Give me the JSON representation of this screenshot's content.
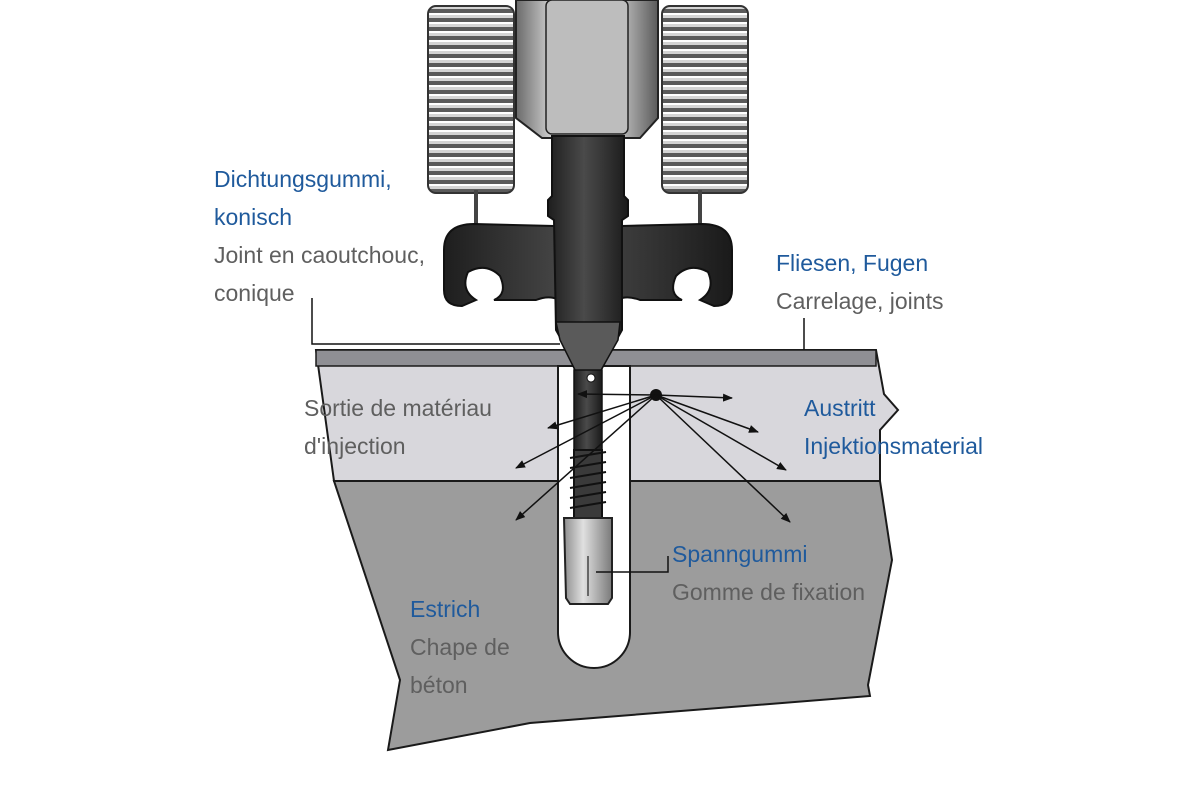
{
  "colors": {
    "label_de": "#1f5a9c",
    "label_fr": "#5f5f5f",
    "tile": "#d8d7dc",
    "screed": "#9c9c9c",
    "packer": "#3b3b3b"
  },
  "labels": {
    "dichtungsgummi": {
      "de": [
        "Dichtungsgummi,",
        "konisch"
      ],
      "fr": [
        "Joint en caoutchouc,",
        "conique"
      ]
    },
    "fliesen": {
      "de": [
        "Fliesen, Fugen"
      ],
      "fr": [
        "Carrelage, joints"
      ]
    },
    "sortie": {
      "fr": [
        "Sortie de matériau",
        "d'injection"
      ]
    },
    "austritt": {
      "de": [
        "Austritt",
        "Injektionsmaterial"
      ]
    },
    "spanngummi": {
      "de": [
        "Spanngummi"
      ],
      "fr": [
        "Gomme de fixation"
      ]
    },
    "estrich": {
      "de": [
        "Estrich"
      ],
      "fr": [
        "Chape de",
        "béton"
      ]
    }
  }
}
